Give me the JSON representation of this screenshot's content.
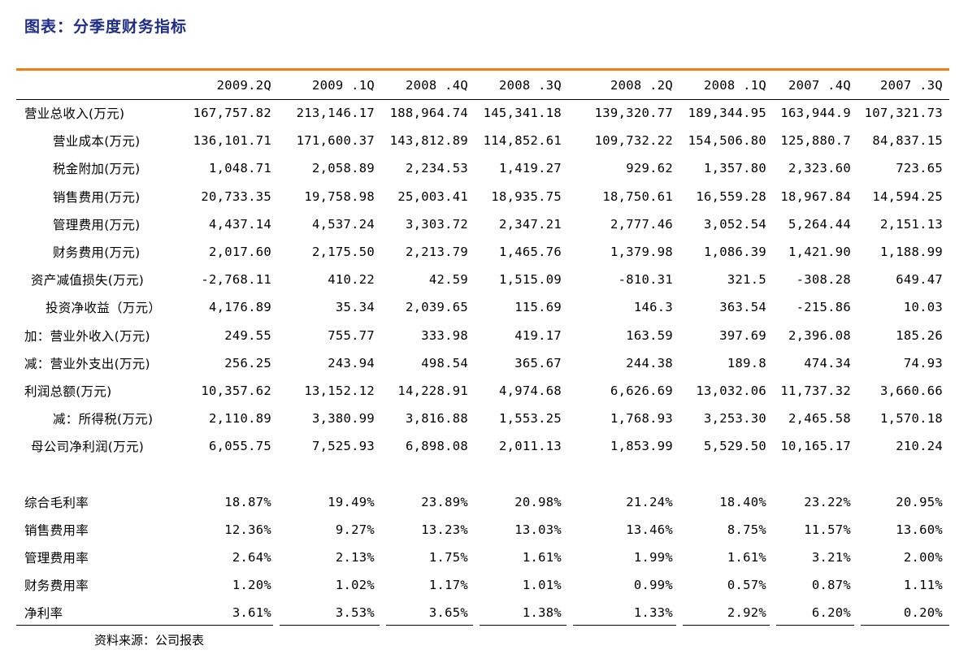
{
  "title": "图表：分季度财务指标",
  "columns": [
    "2009.2Q",
    "2009 .1Q",
    "2008 .4Q",
    "2008 .3Q",
    "2008 .2Q",
    "2008 .1Q",
    "2007 .4Q",
    "2007 .3Q"
  ],
  "rows": [
    {
      "label": "营业总收入(万元)",
      "values": [
        "167,757.82",
        "213,146.17",
        "188,964.74",
        "145,341.18",
        "139,320.77",
        "189,344.95",
        "163,944.9",
        "107,321.73"
      ]
    },
    {
      "label": "营业成本(万元)",
      "values": [
        "136,101.71",
        "171,600.37",
        "143,812.89",
        "114,852.61",
        "109,732.22",
        "154,506.80",
        "125,880.7",
        "84,837.15"
      ]
    },
    {
      "label": "税金附加(万元)",
      "values": [
        "1,048.71",
        "2,058.89",
        "2,234.53",
        "1,419.27",
        "929.62",
        "1,357.80",
        "2,323.60",
        "723.65"
      ]
    },
    {
      "label": "销售费用(万元)",
      "values": [
        "20,733.35",
        "19,758.98",
        "25,003.41",
        "18,935.75",
        "18,750.61",
        "16,559.28",
        "18,967.84",
        "14,594.25"
      ]
    },
    {
      "label": "管理费用(万元)",
      "values": [
        "4,437.14",
        "4,537.24",
        "3,303.72",
        "2,347.21",
        "2,777.46",
        "3,052.54",
        "5,264.44",
        "2,151.13"
      ]
    },
    {
      "label": "财务费用(万元)",
      "values": [
        "2,017.60",
        "2,175.50",
        "2,213.79",
        "1,465.76",
        "1,379.98",
        "1,086.39",
        "1,421.90",
        "1,188.99"
      ]
    },
    {
      "label": "资产减值损失(万元)",
      "values": [
        "-2,768.11",
        "410.22",
        "42.59",
        "1,515.09",
        "-810.31",
        "321.5",
        "-308.28",
        "649.47"
      ]
    },
    {
      "label": "投资净收益（万元）",
      "values": [
        "4,176.89",
        "35.34",
        "2,039.65",
        "115.69",
        "146.3",
        "363.54",
        "-215.86",
        "10.03"
      ]
    },
    {
      "label": "加：营业外收入(万元)",
      "values": [
        "249.55",
        "755.77",
        "333.98",
        "419.17",
        "163.59",
        "397.69",
        "2,396.08",
        "185.26"
      ]
    },
    {
      "label": "减：营业外支出(万元)",
      "values": [
        "256.25",
        "243.94",
        "498.54",
        "365.67",
        "244.38",
        "189.8",
        "474.34",
        "74.93"
      ]
    },
    {
      "label": "利润总额(万元)",
      "values": [
        "10,357.62",
        "13,152.12",
        "14,228.91",
        "4,974.68",
        "6,626.69",
        "13,032.06",
        "11,737.32",
        "3,660.66"
      ]
    },
    {
      "label": "减：所得税(万元)",
      "values": [
        "2,110.89",
        "3,380.99",
        "3,816.88",
        "1,553.25",
        "1,768.93",
        "3,253.30",
        "2,465.58",
        "1,570.18"
      ]
    },
    {
      "label": "母公司净利润(万元)",
      "values": [
        "6,055.75",
        "7,525.93",
        "6,898.08",
        "2,011.13",
        "1,853.99",
        "5,529.50",
        "10,165.17",
        "210.24"
      ]
    },
    {
      "label": "综合毛利率",
      "values": [
        "18.87%",
        "19.49%",
        "23.89%",
        "20.98%",
        "21.24%",
        "18.40%",
        "23.22%",
        "20.95%"
      ]
    },
    {
      "label": "销售费用率",
      "values": [
        "12.36%",
        "9.27%",
        "13.23%",
        "13.03%",
        "13.46%",
        "8.75%",
        "11.57%",
        "13.60%"
      ]
    },
    {
      "label": "管理费用率",
      "values": [
        "2.64%",
        "2.13%",
        "1.75%",
        "1.61%",
        "1.99%",
        "1.61%",
        "3.21%",
        "2.00%"
      ]
    },
    {
      "label": "财务费用率",
      "values": [
        "1.20%",
        "1.02%",
        "1.17%",
        "1.01%",
        "0.99%",
        "0.57%",
        "0.87%",
        "1.11%"
      ]
    },
    {
      "label": "净利率",
      "values": [
        "3.61%",
        "3.53%",
        "3.65%",
        "1.38%",
        "1.33%",
        "2.92%",
        "6.20%",
        "0.20%"
      ]
    }
  ],
  "source": "资料来源：公司报表",
  "colors": {
    "title": "#1f2d86",
    "accent_rule": "#f07d1a"
  }
}
